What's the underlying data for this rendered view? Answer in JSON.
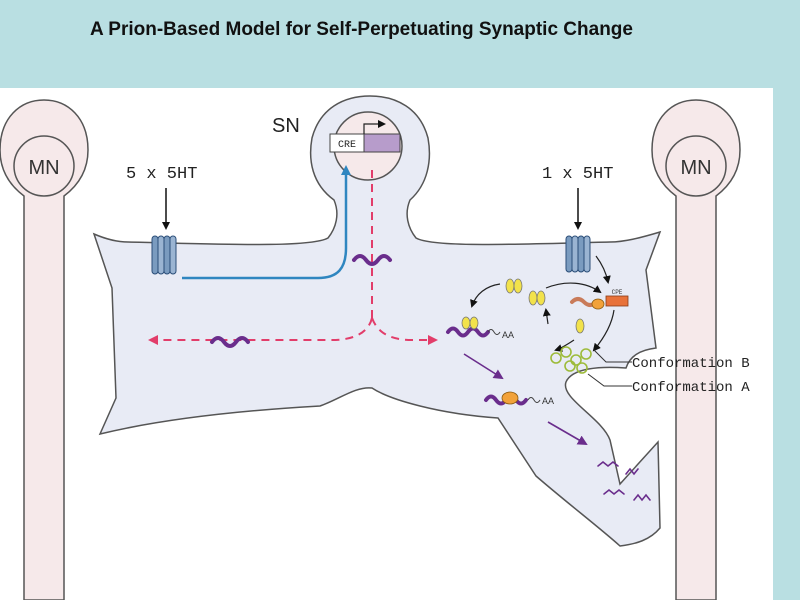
{
  "slide": {
    "title": "A Prion-Based Model for Self-Perpetuating Synaptic Change"
  },
  "diagram": {
    "mn_left": "MN",
    "mn_right": "MN",
    "sn": "SN",
    "cre": "CRE",
    "stim_left": "5 x 5HT",
    "stim_right": "1 x 5HT",
    "cpe": "CPE",
    "aa_1": "AA",
    "aa_2": "AA",
    "conformation_b": "Conformation B",
    "conformation_a": "Conformation A"
  },
  "colors": {
    "background": "#b9dfe2",
    "cell_fill": "#e8ebf5",
    "motor_neuron_fill": "#f6e9ea",
    "mrna": "#6a2d8c",
    "dashed_arrow": "#e23d6a",
    "signal_arrow": "#2f86c0",
    "protein_yellow": "#f2e24b",
    "cpe_box": "#e8723a",
    "promoter": "#b79ccb"
  }
}
